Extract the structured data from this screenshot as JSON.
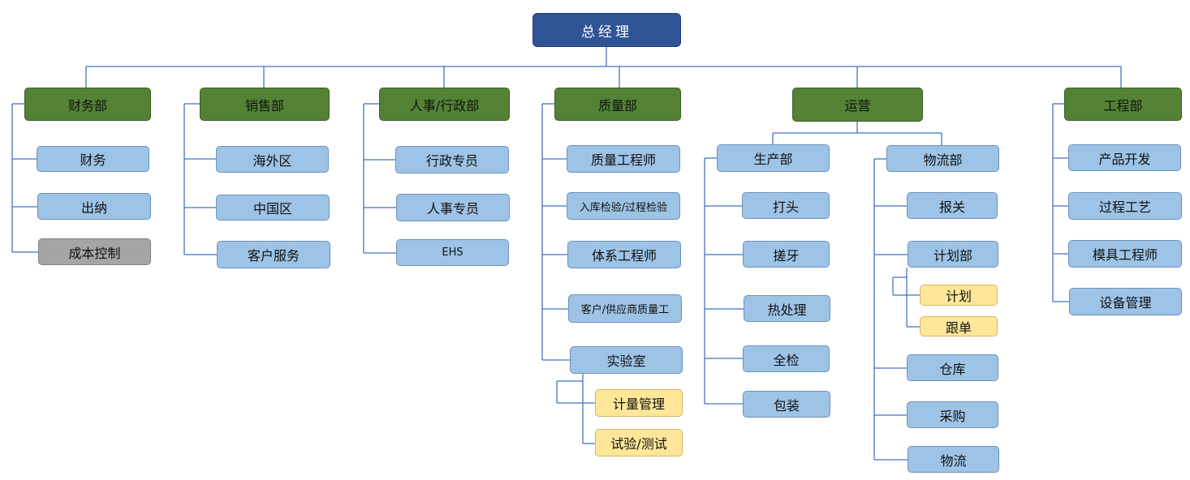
{
  "top": "总经理",
  "finance": {
    "title": "财务部",
    "items": [
      "财务",
      "出纳",
      "成本控制"
    ]
  },
  "sales": {
    "title": "销售部",
    "items": [
      "海外区",
      "中国区",
      "客户服务"
    ]
  },
  "hr": {
    "title": "人事/行政部",
    "items": [
      "行政专员",
      "人事专员",
      "EHS"
    ]
  },
  "quality": {
    "title": "质量部",
    "items": [
      "质量工程师",
      "入库检验/过程检验",
      "体系工程师",
      "客户/供应商质量工",
      "实验室"
    ],
    "lab_items": [
      "计量管理",
      "试验/测试"
    ]
  },
  "operations": {
    "title": "运营",
    "production": {
      "title": "生产部",
      "items": [
        "打头",
        "搓牙",
        "热处理",
        "全检",
        "包装"
      ]
    },
    "logistics": {
      "title": "物流部",
      "items": [
        "报关",
        "计划部",
        "仓库",
        "采购",
        "物流"
      ],
      "plan_items": [
        "计划",
        "跟单"
      ]
    }
  },
  "engineering": {
    "title": "工程部",
    "items": [
      "产品开发",
      "过程工艺",
      "模具工程师",
      "设备管理"
    ]
  },
  "colors": {
    "top": "#2f5496",
    "dept": "#548235",
    "sub": "#9dc3e6",
    "leaf": "#ffe699",
    "gray": "#a5a5a5",
    "line": "#4472c4"
  }
}
